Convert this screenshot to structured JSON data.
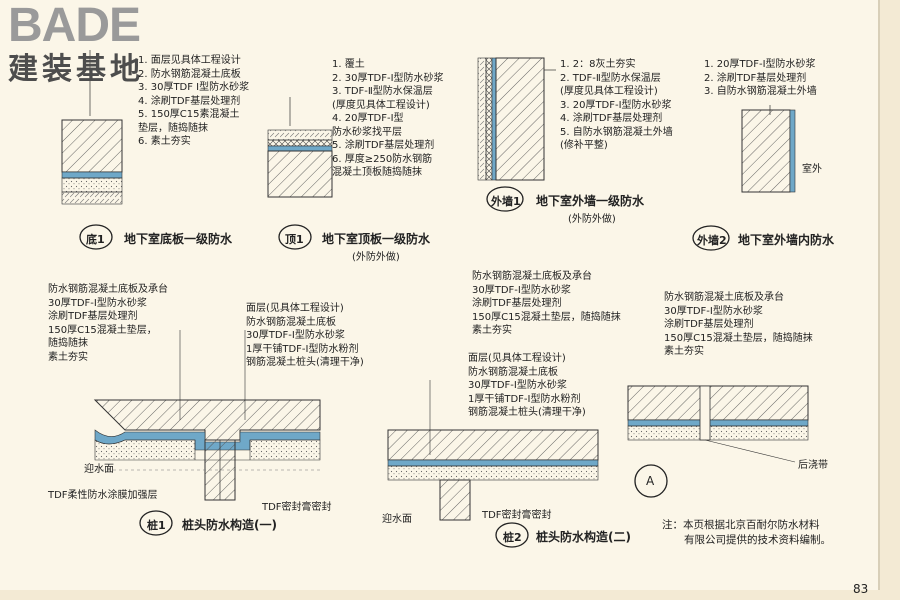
{
  "logo": {
    "en": "BADE",
    "cn": "建装基地"
  },
  "d1": {
    "tag": "底1",
    "title": "地下室底板一级防水",
    "layers": [
      "1. 面层见具体工程设计",
      "2. 防水钢筋混凝土底板",
      "3. 30厚TDF I型防水砂浆",
      "4. 涂刷TDF基层处理剂",
      "5. 150厚C15素混凝土",
      "   垫层，随捣随抹",
      "6. 素土夯实"
    ]
  },
  "d2": {
    "tag": "顶1",
    "title": "地下室顶板一级防水",
    "subtitle": "(外防外做)",
    "layers": [
      "1. 覆土",
      "2. 30厚TDF-Ⅰ型防水砂浆",
      "3. TDF-Ⅱ型防水保温层",
      "   (厚度见具体工程设计)",
      "4. 20厚TDF-Ⅰ型",
      "   防水砂浆找平层",
      "5. 涂刷TDF基层处理剂",
      "6. 厚度≥250防水钢筋",
      "   混凝土顶板随捣随抹"
    ]
  },
  "d3": {
    "tag": "外墙1",
    "title": "地下室外墙一级防水",
    "subtitle": "(外防外做)",
    "layers": [
      "1. 2：8灰土夯实",
      "2. TDF-Ⅱ型防水保温层",
      "   (厚度见具体工程设计)",
      "3. 20厚TDF-Ⅰ型防水砂浆",
      "4. 涂刷TDF基层处理剂",
      "5. 自防水钢筋混凝土外墙",
      "   (修补平整)"
    ]
  },
  "d4": {
    "tag": "外墙2",
    "title": "地下室外墙内防水",
    "layers": [
      "1. 20厚TDF-Ⅰ型防水砂浆",
      "2. 涂刷TDF基层处理剂",
      "3. 自防水钢筋混凝土外墙"
    ],
    "outdoor": "室外"
  },
  "z1": {
    "tag": "桩1",
    "title": "桩头防水构造(一)",
    "left": [
      "防水钢筋混凝土底板及承台",
      "30厚TDF-Ⅰ型防水砂浆",
      "涂刷TDF基层处理剂",
      "150厚C15混凝土垫层，",
      "随捣随抹",
      "素土夯实"
    ],
    "right": [
      "面层(见具体工程设计)",
      "防水钢筋混凝土底板",
      "30厚TDF-Ⅰ型防水砂浆",
      "1厚干铺TDF-Ⅰ型防水粉剂",
      "钢筋混凝土桩头(清理干净)"
    ],
    "water": "迎水面",
    "coating": "TDF柔性防水涂膜加强层",
    "seal": "TDF密封膏密封"
  },
  "z2": {
    "tag": "桩2",
    "title": "桩头防水构造(二)",
    "top": [
      "防水钢筋混凝土底板及承台",
      "30厚TDF-Ⅰ型防水砂浆",
      "涂刷TDF基层处理剂",
      "150厚C15混凝土垫层，随捣随抹",
      "素土夯实"
    ],
    "mid": [
      "面层(见具体工程设计)",
      "防水钢筋混凝土底板",
      "30厚TDF-Ⅰ型防水砂浆",
      "1厚干铺TDF-Ⅰ型防水粉剂",
      "钢筋混凝土桩头(清理干净)"
    ],
    "water": "迎水面",
    "seal": "TDF密封膏密封"
  },
  "a": {
    "tag": "A",
    "layers": [
      "防水钢筋混凝土底板及承台",
      "30厚TDF-Ⅰ型防水砂浆",
      "涂刷TDF基层处理剂",
      "150厚C15混凝土垫层，随捣随抹",
      "素土夯实"
    ],
    "band": "后浇带"
  },
  "note": [
    "注：本页根据北京百耐尔防水材料",
    "有限公司提供的技术资料编制。"
  ],
  "page_number": "83"
}
